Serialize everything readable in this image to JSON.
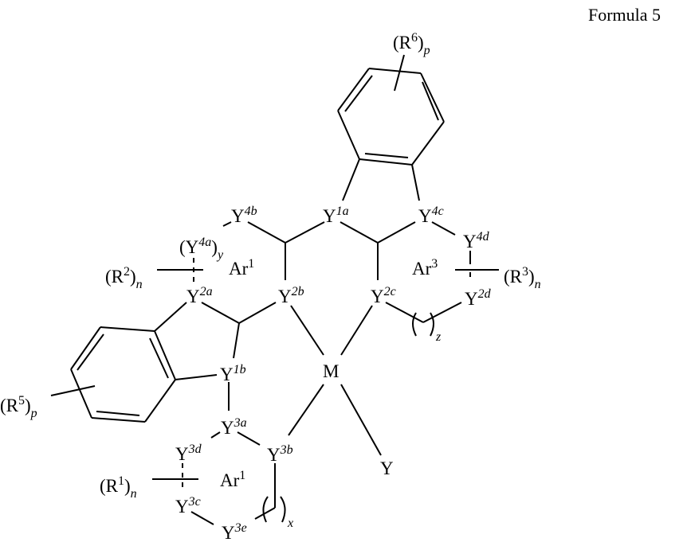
{
  "figure": {
    "title": "Formula 5",
    "center_atom": "M",
    "ancillary_ligand": "Y",
    "atoms": {
      "Y1a": {
        "base": "Y",
        "sup": "1a"
      },
      "Y1b": {
        "base": "Y",
        "sup": "1b"
      },
      "Y2a": {
        "base": "Y",
        "sup": "2a"
      },
      "Y2b": {
        "base": "Y",
        "sup": "2b"
      },
      "Y2c": {
        "base": "Y",
        "sup": "2c"
      },
      "Y2d": {
        "base": "Y",
        "sup": "2d"
      },
      "Y3a": {
        "base": "Y",
        "sup": "3a"
      },
      "Y3b": {
        "base": "Y",
        "sup": "3b"
      },
      "Y3c": {
        "base": "Y",
        "sup": "3c"
      },
      "Y3d": {
        "base": "Y",
        "sup": "3d"
      },
      "Y3e": {
        "base": "Y",
        "sup": "3e"
      },
      "Y4a": {
        "base": "(Y",
        "sup": "4a",
        "close": ")",
        "sub": "y"
      },
      "Y4b": {
        "base": "Y",
        "sup": "4b"
      },
      "Y4c": {
        "base": "Y",
        "sup": "4c"
      },
      "Y4d": {
        "base": "Y",
        "sup": "4d"
      }
    },
    "rings": {
      "Ar1_top": {
        "base": "Ar",
        "sup": "1"
      },
      "Ar1_bottom": {
        "base": "Ar",
        "sup": "1"
      },
      "Ar3": {
        "base": "Ar",
        "sup": "3"
      }
    },
    "substituents": {
      "R1": {
        "open": "(R",
        "sup": "1",
        "close": ")",
        "sub": "n"
      },
      "R2": {
        "open": "(R",
        "sup": "2",
        "close": ")",
        "sub": "n"
      },
      "R3": {
        "open": "(R",
        "sup": "3",
        "close": ")",
        "sub": "n"
      },
      "R5": {
        "open": "(R",
        "sup": "5",
        "close": ")",
        "sub": "p"
      },
      "R6": {
        "open": "(R",
        "sup": "6",
        "close": ")",
        "sub": "p"
      }
    },
    "repeat_units": {
      "x": "x",
      "z": "z"
    }
  }
}
